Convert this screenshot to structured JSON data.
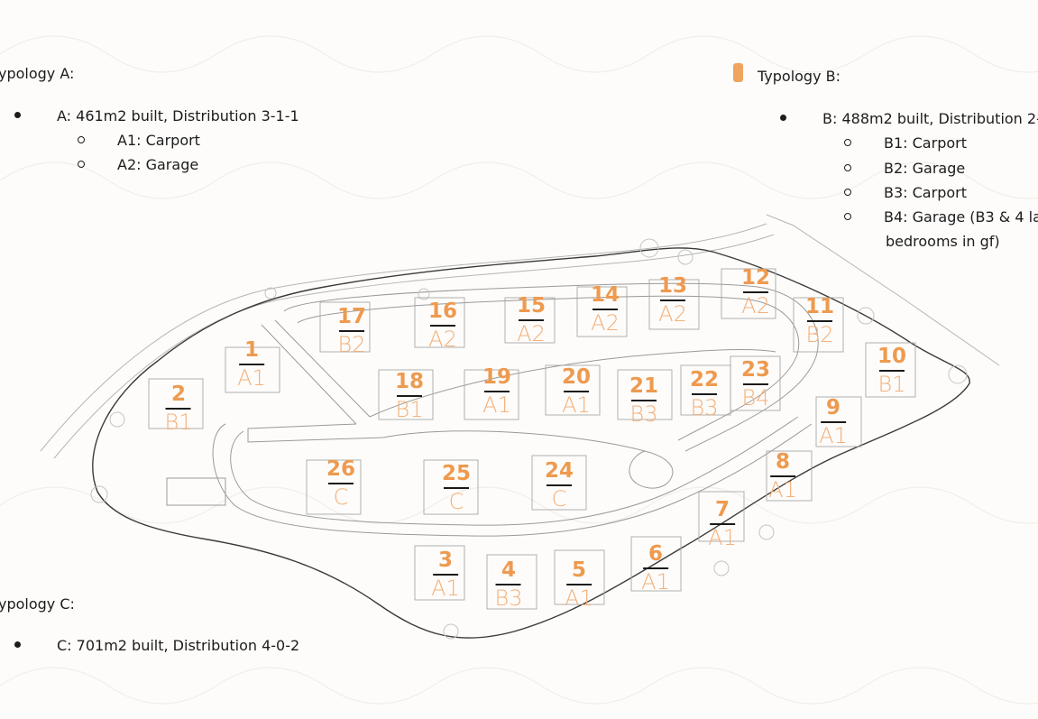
{
  "colors": {
    "background": "#fdfcfa",
    "accent_orange": "#ee9a4f",
    "text": "#1c1c1c",
    "plan_lines": "#9a9a9a"
  },
  "legend": {
    "typology_a": {
      "heading": "ypology A:",
      "bullet": "A: 461m2 built, Distribution 3-1-1",
      "subs": [
        "A1: Carport",
        "A2: Garage"
      ]
    },
    "typology_b": {
      "heading": "Typology B:",
      "bullet": "B: 488m2 built, Distribution 2-",
      "subs": [
        "B1: Carport",
        "B2: Garage",
        "B3: Carport",
        "B4: Garage (B3 & 4 la"
      ],
      "sub_continuation": "bedrooms in gf)"
    },
    "typology_c": {
      "heading": "ypology C:",
      "bullet": "C: 701m2 built, Distribution 4-0-2"
    }
  },
  "lots": [
    {
      "number": "1",
      "type": "A1"
    },
    {
      "number": "2",
      "type": "B1"
    },
    {
      "number": "3",
      "type": "A1"
    },
    {
      "number": "4",
      "type": "B3"
    },
    {
      "number": "5",
      "type": "A1"
    },
    {
      "number": "6",
      "type": "A1"
    },
    {
      "number": "7",
      "type": "A1"
    },
    {
      "number": "8",
      "type": "A1"
    },
    {
      "number": "9",
      "type": "A1"
    },
    {
      "number": "10",
      "type": "B1"
    },
    {
      "number": "11",
      "type": "B2"
    },
    {
      "number": "12",
      "type": "A2"
    },
    {
      "number": "13",
      "type": "A2"
    },
    {
      "number": "14",
      "type": "A2"
    },
    {
      "number": "15",
      "type": "A2"
    },
    {
      "number": "16",
      "type": "A2"
    },
    {
      "number": "17",
      "type": "B2"
    },
    {
      "number": "18",
      "type": "B1"
    },
    {
      "number": "19",
      "type": "A1"
    },
    {
      "number": "20",
      "type": "A1"
    },
    {
      "number": "21",
      "type": "B3"
    },
    {
      "number": "22",
      "type": "B3"
    },
    {
      "number": "23",
      "type": "B4"
    },
    {
      "number": "24",
      "type": "C"
    },
    {
      "number": "25",
      "type": "C"
    },
    {
      "number": "26",
      "type": "C"
    }
  ]
}
